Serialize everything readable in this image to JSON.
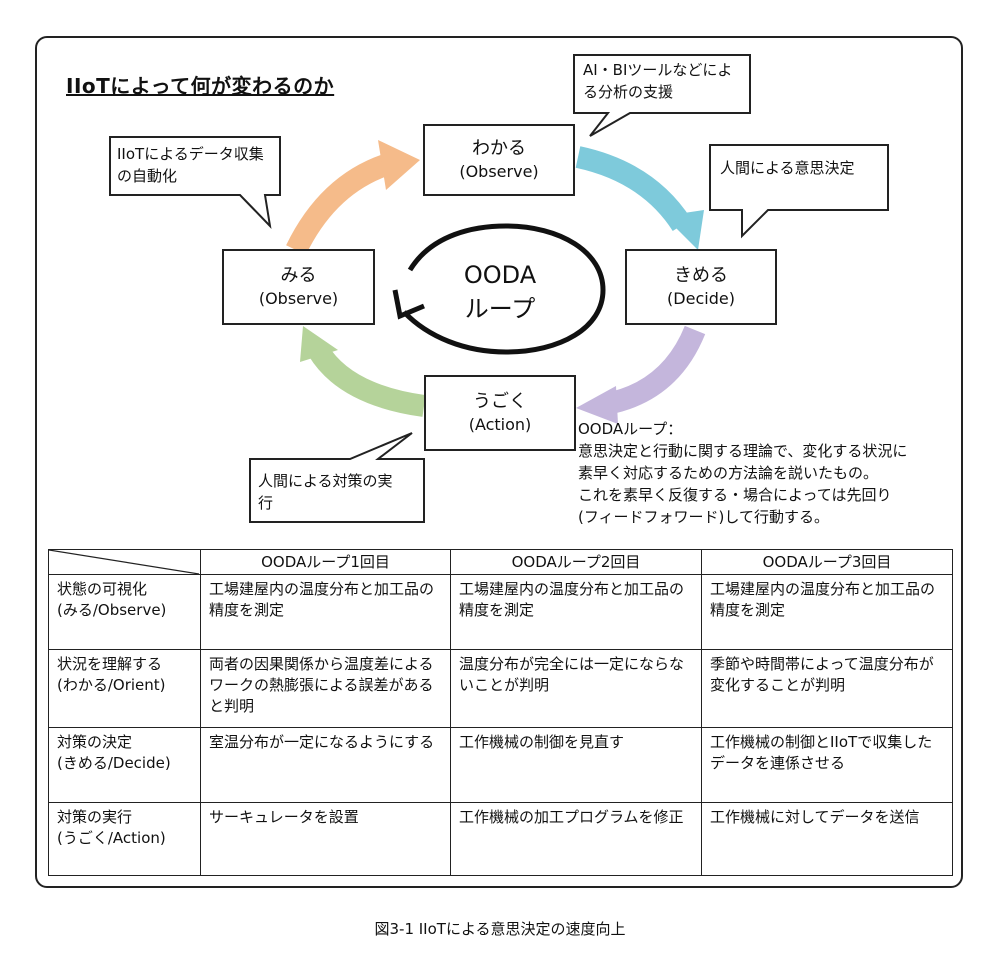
{
  "title": "IIoTによって何が変わるのか",
  "cycle": {
    "center": {
      "line1": "OODA",
      "line2": "ループ"
    },
    "nodes": [
      {
        "id": "observe_top",
        "label": "わかる",
        "sub": "(Observe)"
      },
      {
        "id": "decide",
        "label": "きめる",
        "sub": "(Decide)"
      },
      {
        "id": "action",
        "label": "うごく",
        "sub": "(Action)"
      },
      {
        "id": "observe_left",
        "label": "みる",
        "sub": "(Observe)"
      }
    ],
    "arrow_colors": {
      "top": "#f5bb8a",
      "right": "#7ecadb",
      "bottom_right": "#c4b6dc",
      "left": "#b5d39a",
      "center": "#111111"
    }
  },
  "callouts": {
    "ai_bi": [
      "AI・BIツールなどによ",
      "る分析の支援"
    ],
    "human_decide": [
      "人間による意思決定"
    ],
    "iiot_collect": [
      "IIoTによるデータ収集",
      "の自動化"
    ],
    "human_action": [
      "人間による対策の実",
      "行"
    ]
  },
  "note": {
    "heading": "OODAループ：",
    "lines": [
      "意思決定と行動に関する理論で、変化する状況に",
      "素早く対応するための方法論を説いたもの。",
      "これを素早く反復する・場合によっては先回り",
      "(フィードフォワード)して行動する。"
    ]
  },
  "table": {
    "headers": [
      "",
      "OODAループ1回目",
      "OODAループ2回目",
      "OODAループ3回目"
    ],
    "rows": [
      {
        "label": [
          "状態の可視化",
          "(みる/Observe)"
        ],
        "cells": [
          "工場建屋内の温度分布と加工品の精度を測定",
          "工場建屋内の温度分布と加工品の精度を測定",
          "工場建屋内の温度分布と加工品の精度を測定"
        ]
      },
      {
        "label": [
          "状況を理解する",
          "(わかる/Orient)"
        ],
        "cells": [
          "両者の因果関係から温度差によるワークの熱膨張による誤差があると判明",
          "温度分布が完全には一定にならないことが判明",
          "季節や時間帯によって温度分布が変化することが判明"
        ]
      },
      {
        "label": [
          "対策の決定",
          "(きめる/Decide)"
        ],
        "cells": [
          "室温分布が一定になるようにする",
          "工作機械の制御を見直す",
          "工作機械の制御とIIoTで収集したデータを連係させる"
        ]
      },
      {
        "label": [
          "対策の実行",
          "(うごく/Action)"
        ],
        "cells": [
          "サーキュレータを設置",
          "工作機械の加工プログラムを修正",
          "工作機械に対してデータを送信"
        ]
      }
    ]
  },
  "caption": "図3-1 IIoTによる意思決定の速度向上"
}
